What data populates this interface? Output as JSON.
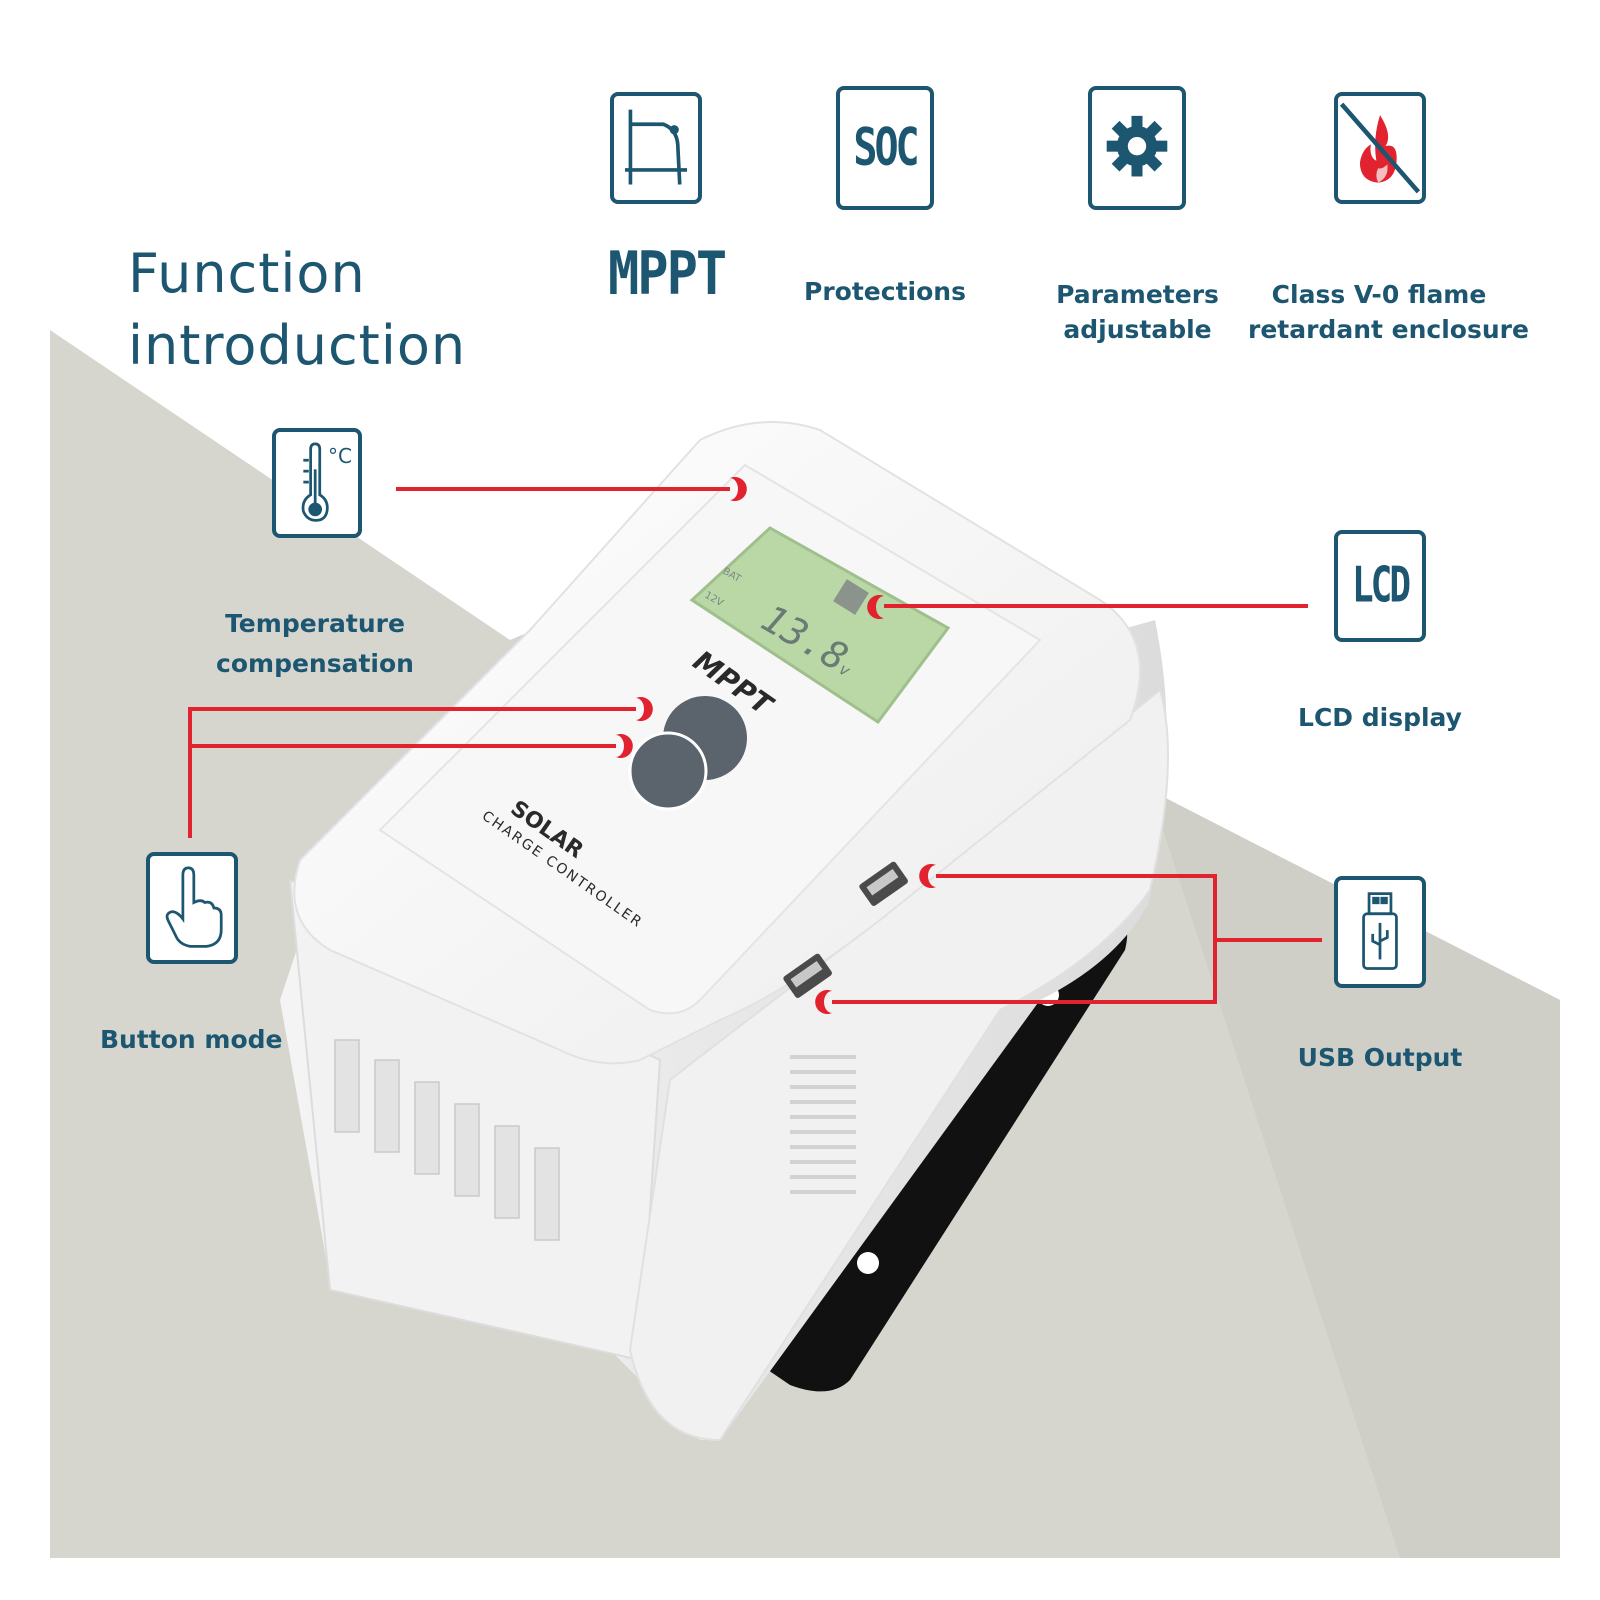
{
  "heading": {
    "line1": "Function",
    "line2": "introduction"
  },
  "features": {
    "mppt": {
      "label": "MPPT",
      "icon": "mppt-curve-icon"
    },
    "protections": {
      "label": "Protections",
      "icon_text": "SOC",
      "icon": "soc-icon"
    },
    "parameters": {
      "line1": "Parameters",
      "line2": "adjustable",
      "icon": "gear-icon"
    },
    "flame": {
      "line1": "Class V-0 flame",
      "line2": "retardant enclosure",
      "icon": "no-flame-icon"
    },
    "temperature": {
      "line1": "Temperature",
      "line2": "compensation",
      "icon": "thermometer-icon",
      "icon_text": "°C"
    },
    "lcd": {
      "label": "LCD display",
      "icon_text": "LCD",
      "icon": "lcd-icon"
    },
    "button": {
      "label": "Button mode",
      "icon": "finger-press-icon"
    },
    "usb": {
      "label": "USB Output",
      "icon": "usb-drive-icon"
    }
  },
  "device": {
    "screen_value": "13.8",
    "screen_unit": "v",
    "bat_label": "BAT",
    "voltage_label": "12V",
    "model_label": "MPPT",
    "brand_line1": "SOLAR",
    "brand_line2": "CHARGE CONTROLLER"
  },
  "colors": {
    "accent_text": "#1d5670",
    "callout_line": "#e0232e",
    "lcd_screen": "#b9d8a6",
    "backdrop": "#d6d6cf"
  }
}
